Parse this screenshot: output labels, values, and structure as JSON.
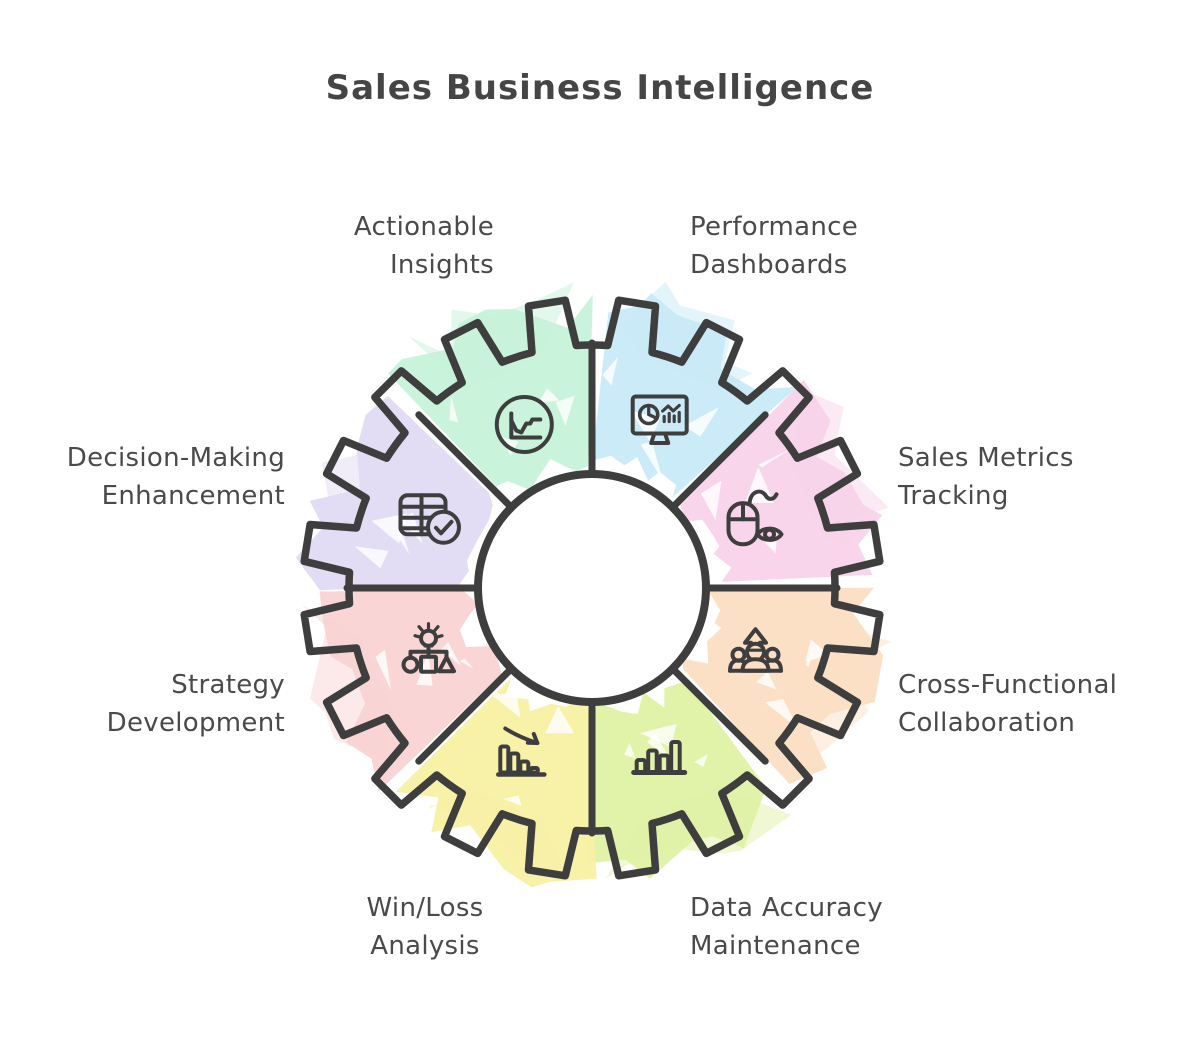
{
  "title": "Sales Business Intelligence",
  "diagram": {
    "type": "gear-segments",
    "colors": {
      "outline": "#3e3e3e",
      "text": "#4a4a4a",
      "background": "#ffffff",
      "center_fill": "#ffffff"
    },
    "segments": [
      {
        "id": "performance-dashboards",
        "label": "Performance Dashboards",
        "lines": [
          "Performance",
          "Dashboards"
        ],
        "icon": "dashboard-monitor-icon",
        "color": "#c9eaf8"
      },
      {
        "id": "sales-metrics-tracking",
        "label": "Sales Metrics Tracking",
        "lines": [
          "Sales Metrics",
          "Tracking"
        ],
        "icon": "mouse-tracking-icon",
        "color": "#f8d3ea"
      },
      {
        "id": "cross-functional-collaboration",
        "label": "Cross-Functional Collaboration",
        "lines": [
          "Cross-Functional",
          "Collaboration"
        ],
        "icon": "team-growth-icon",
        "color": "#fbdfc4"
      },
      {
        "id": "data-accuracy-maintenance",
        "label": "Data Accuracy Maintenance",
        "lines": [
          "Data Accuracy",
          "Maintenance"
        ],
        "icon": "ascending-bar-chart-icon",
        "color": "#e0f1a6"
      },
      {
        "id": "win-loss-analysis",
        "label": "Win/Loss Analysis",
        "lines": [
          "Win/Loss",
          "Analysis"
        ],
        "icon": "declining-bar-chart-icon",
        "color": "#f8f0a4"
      },
      {
        "id": "strategy-development",
        "label": "Strategy Development",
        "lines": [
          "Strategy",
          "Development"
        ],
        "icon": "idea-flowchart-icon",
        "color": "#f9d3d3"
      },
      {
        "id": "decision-making-enhancement",
        "label": "Decision-Making Enhancement",
        "lines": [
          "Decision-Making",
          "Enhancement"
        ],
        "icon": "data-table-check-icon",
        "color": "#e1dbf4"
      },
      {
        "id": "actionable-insights",
        "label": "Actionable Insights",
        "lines": [
          "Actionable",
          "Insights"
        ],
        "icon": "trend-line-icon",
        "color": "#c8f2da"
      }
    ]
  }
}
